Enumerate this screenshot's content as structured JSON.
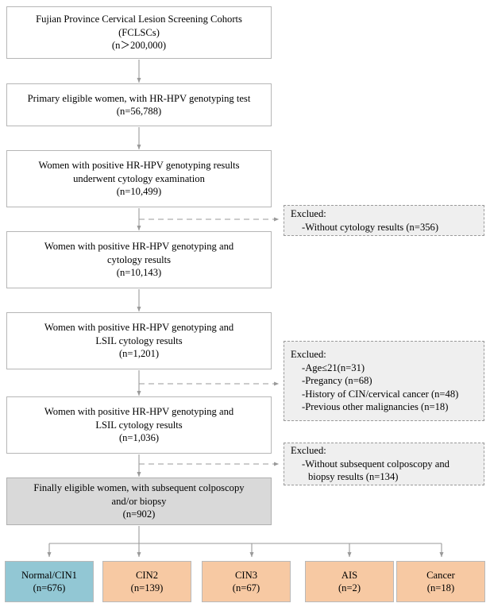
{
  "diagram": {
    "title": "Fujian Province Cervical Lesion Screening Cohorts participant flow",
    "type": "flowchart",
    "colors": {
      "box_border": "#b6b6b6",
      "box_fill": "#ffffff",
      "grey_fill": "#d9d9d9",
      "excluded_fill": "#efefef",
      "excluded_border": "#9a9a9a",
      "connector": "#9a9a9a",
      "outcome_normal_fill": "#92c7d4",
      "outcome_lesion_fill": "#f7c9a3"
    }
  },
  "nodes": [
    {
      "id": "cohort",
      "lines": [
        "Fujian Province Cervical Lesion Screening Cohorts",
        "(FCLSCs)",
        "(n＞200,000)"
      ]
    },
    {
      "id": "primary-eligible",
      "lines": [
        "Primary eligible women, with HR-HPV genotyping test",
        "(n=56,788)"
      ]
    },
    {
      "id": "positive-cytology-exam",
      "lines": [
        "Women with positive HR-HPV genotyping results",
        "underwent cytology examination",
        "(n=10,499)"
      ]
    },
    {
      "id": "positive-with-cytology",
      "lines": [
        "Women with positive HR-HPV genotyping and",
        "cytology results",
        "(n=10,143)"
      ]
    },
    {
      "id": "lsil-1201",
      "lines": [
        "Women with positive HR-HPV genotyping and",
        "LSIL cytology results",
        "(n=1,201)"
      ]
    },
    {
      "id": "lsil-1036",
      "lines": [
        "Women with positive HR-HPV genotyping and",
        "LSIL cytology results",
        "(n=1,036)"
      ]
    },
    {
      "id": "finally-eligible",
      "lines": [
        "Finally eligible women, with subsequent colposcopy",
        "and/or biopsy",
        "(n=902)"
      ]
    }
  ],
  "exclusions": [
    {
      "id": "excluded-1",
      "heading": "Exclued:",
      "items": [
        "-Without cytology results (n=356)"
      ]
    },
    {
      "id": "excluded-2",
      "heading": "Exclued:",
      "items": [
        "-Age≤21(n=31)",
        "-Pregancy (n=68)",
        "-History of CIN/cervical cancer (n=48)",
        "-Previous other malignancies (n=18)"
      ]
    },
    {
      "id": "excluded-3",
      "heading": "Exclued:",
      "items": [
        "-Without subsequent colposcopy and",
        "biopsy results (n=134)"
      ]
    }
  ],
  "outcomes": [
    {
      "id": "normal-cin1",
      "label": "Normal/CIN1",
      "count": "(n=676)",
      "fill": "#92c7d4"
    },
    {
      "id": "cin2",
      "label": "CIN2",
      "count": "(n=139)",
      "fill": "#f7c9a3"
    },
    {
      "id": "cin3",
      "label": "CIN3",
      "count": "(n=67)",
      "fill": "#f7c9a3"
    },
    {
      "id": "ais",
      "label": "AIS",
      "count": "(n=2)",
      "fill": "#f7c9a3"
    },
    {
      "id": "cancer",
      "label": "Cancer",
      "count": "(n=18)",
      "fill": "#f7c9a3"
    }
  ]
}
